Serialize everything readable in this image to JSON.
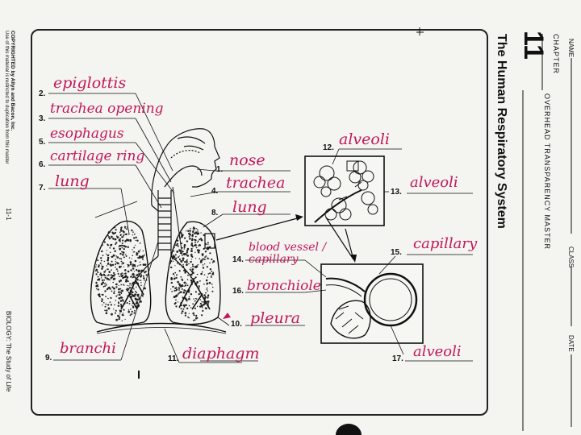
{
  "header": {
    "name_label": "NAME",
    "chapter_label": "CHAPTER",
    "chapter_number": "11",
    "master_type": "OVERHEAD TRANSPARENCY MASTER",
    "class_label": "CLASS",
    "date_label": "DATE",
    "title": "The Human Respiratory System"
  },
  "side": {
    "copyright": "COPYRIGHTED by Allyn and Bacon, Inc.",
    "copyright_note": "Use of this material is restricted to duplication from this master",
    "page_number": "11-1",
    "book": "BIOLOGY: The Study of Life"
  },
  "labels": [
    {
      "n": "1.",
      "answer": "nose"
    },
    {
      "n": "2.",
      "answer": "epiglottis"
    },
    {
      "n": "3.",
      "answer": "trachea opening"
    },
    {
      "n": "4.",
      "answer": "trachea"
    },
    {
      "n": "5.",
      "answer": "esophagus"
    },
    {
      "n": "6.",
      "answer": "cartilage ring"
    },
    {
      "n": "7.",
      "answer": "lung"
    },
    {
      "n": "8.",
      "answer": "lung"
    },
    {
      "n": "9.",
      "answer": "branchi"
    },
    {
      "n": "10.",
      "answer": "pleura"
    },
    {
      "n": "11.",
      "answer": "diaphagm"
    },
    {
      "n": "12.",
      "answer": "alveoli"
    },
    {
      "n": "13.",
      "answer": "alveoli"
    },
    {
      "n": "14.",
      "answer": "blood vessel / capillary"
    },
    {
      "n": "15.",
      "answer": "capillary"
    },
    {
      "n": "16.",
      "answer": "bronchiole"
    },
    {
      "n": "17.",
      "answer": "alveoli"
    }
  ],
  "colors": {
    "ink": "#111111",
    "handwriting": "#c2185b",
    "paper": "#f4f4f1"
  }
}
